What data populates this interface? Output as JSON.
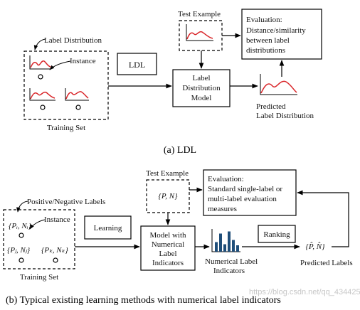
{
  "colors": {
    "curve": "#d9262a",
    "bar": "#1f4e79",
    "line": "#000000"
  },
  "panel_a": {
    "label_distribution": "Label Distribution",
    "instance": "Instance",
    "training_set": "Training Set",
    "ldl": "LDL",
    "test_example": "Test Example",
    "model_lines": [
      "Label",
      "Distribution",
      "Model"
    ],
    "eval_lines": [
      "Evaluation:",
      "Distance/similarity",
      "between label",
      "distributions"
    ],
    "predicted_lines": [
      "Predicted",
      "Label Distribution"
    ],
    "caption": "(a)  LDL"
  },
  "panel_b": {
    "pos_neg_labels": "Positive/Negative Labels",
    "instance": "Instance",
    "training_set": "Training Set",
    "pair_i": "{Pᵢ, Nᵢ}",
    "pair_j": "{Pⱼ, Nⱼ}",
    "pair_k": "{Pₖ, Nₖ}",
    "learning": "Learning",
    "test_example": "Test Example",
    "test_pair": "{P, N}",
    "model_lines": [
      "Model with",
      "Numerical",
      "Label",
      "Indicators"
    ],
    "indicator_lines": [
      "Numerical Label",
      "Indicators"
    ],
    "ranking": "Ranking",
    "predicted_pair": "{P̂, N̂}",
    "predicted_labels": "Predicted Labels",
    "eval_lines": [
      "Evaluation:",
      "Standard single-label or",
      "multi-label evaluation",
      "measures"
    ],
    "bar_values": [
      0.45,
      0.85,
      0.35,
      0.95,
      0.55,
      0.3
    ],
    "caption": "(b)  Typical existing learning methods with numerical label indicators"
  },
  "watermark": "https://blog.csdn.net/qq_43442501"
}
